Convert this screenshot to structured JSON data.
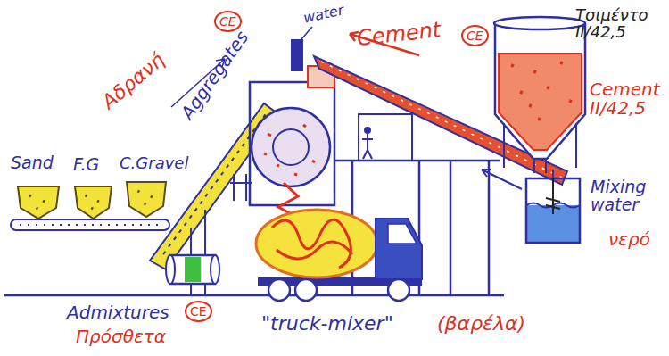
{
  "diagram": {
    "nodes": [
      {
        "text": [
          "Sand"
        ]
      },
      {
        "text": [
          "F.G"
        ]
      },
      {
        "text": [
          "C.Gravel"
        ]
      },
      {
        "text": [
          "Τσιμέντο II/42,5",
          "Cement II/42,5"
        ]
      },
      {
        "text": [
          "Mixing water",
          "νερό"
        ]
      },
      {
        "text": [
          "Admixtures",
          "CE",
          "Πρόσθετα"
        ]
      },
      {
        "text": [
          "\"truck-mixer\"",
          "(βαρέλα)"
        ]
      }
    ],
    "labels": [
      "water",
      "Cement",
      "CE",
      "Aggregates",
      "CE",
      "Αδρανή"
    ]
  }
}
